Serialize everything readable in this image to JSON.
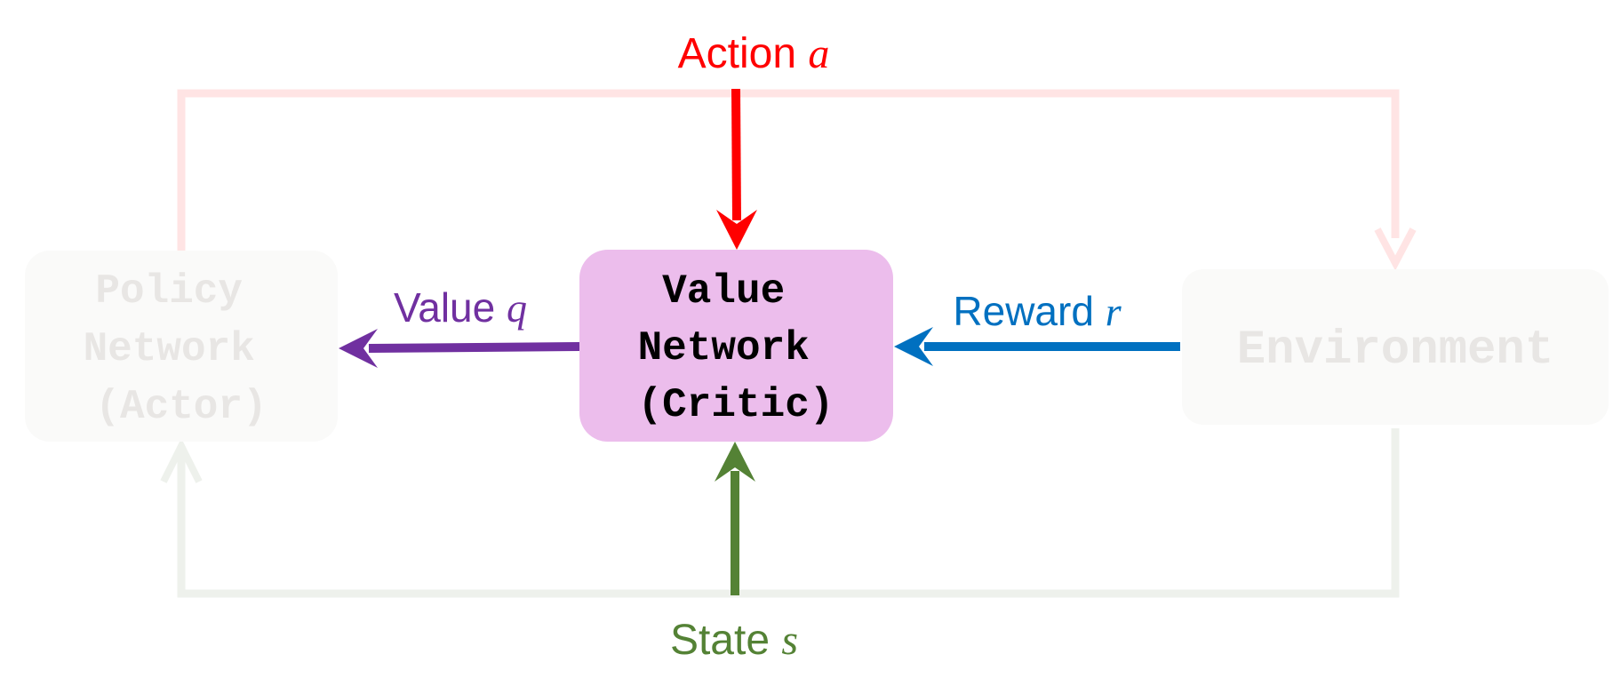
{
  "nodes": {
    "policy": {
      "lines": [
        "Policy",
        "Network",
        "(Actor)"
      ],
      "fill": "#fafaf9",
      "text_color": "#e8e6e4"
    },
    "value": {
      "lines": [
        "Value",
        "Network",
        "(Critic)"
      ],
      "fill": "#ecbdec",
      "text_color": "#000000"
    },
    "environment": {
      "lines": [
        "Environment"
      ],
      "fill": "#fafaf9",
      "text_color": "#e8e6e4"
    }
  },
  "labels": {
    "action": {
      "text": "Action ",
      "symbol": "a",
      "color": "#ff0000"
    },
    "value": {
      "text": "Value ",
      "symbol": "q",
      "color": "#7030a0"
    },
    "reward": {
      "text": "Reward ",
      "symbol": "r",
      "color": "#0070c0"
    },
    "state": {
      "text": "State ",
      "symbol": "s",
      "color": "#548235"
    }
  },
  "colors": {
    "action_arrow": "#ff0000",
    "value_arrow": "#7030a0",
    "reward_arrow": "#0070c0",
    "state_arrow": "#548235",
    "faded_action_loop": "#ffe4e4",
    "faded_state_loop": "#eef1ec"
  }
}
